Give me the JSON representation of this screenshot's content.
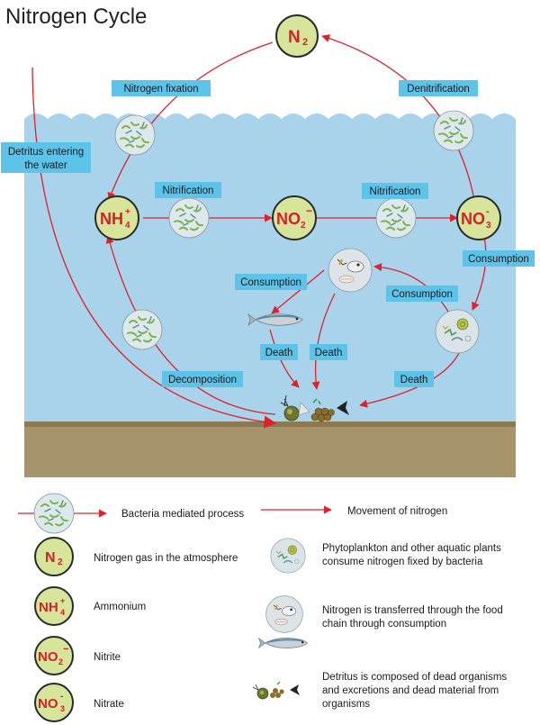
{
  "title": "Nitrogen Cycle",
  "nodes": {
    "n2": {
      "base": "N",
      "sub": "2"
    },
    "nh4": {
      "base": "NH",
      "sup": "+",
      "sub": "4"
    },
    "no2": {
      "base": "NO",
      "sub": "2",
      "sup": "−"
    },
    "no3": {
      "base": "NO",
      "sup": "-",
      "sub": "3"
    }
  },
  "labels": {
    "nitrogen_fixation": "Nitrogen fixation",
    "denitrification": "Denitrification",
    "detritus_line1": "Detritus entering",
    "detritus_line2": "the water",
    "nitrification_1": "Nitrification",
    "nitrification_2": "Nitrification",
    "consumption_right": "Consumption",
    "consumption_mid": "Consumption",
    "consumption_left": "Consumption",
    "death_left": "Death",
    "death_mid": "Death",
    "death_right": "Death",
    "decomposition": "Decomposition"
  },
  "legend": {
    "bacteria": "Bacteria mediated process",
    "movement": "Movement of nitrogen",
    "n2": "Nitrogen gas in the atmosphere",
    "nh4": "Ammonium",
    "no2": "Nitrite",
    "no3": "Nitrate",
    "phyto_line1": "Phytoplankton and other aquatic plants",
    "phyto_line2": "consume nitrogen fixed by bacteria",
    "food_line1": "Nitrogen is transferred through the food",
    "food_line2": "chain through consumption",
    "detritus_line1": "Detritus is composed of dead organisms",
    "detritus_line2": "and excretions and dead material from",
    "detritus_line3": "organisms"
  },
  "colors": {
    "water": "#a9d2eb",
    "sediment": "#a8946a",
    "label_box": "#5ec3e8",
    "node_fill": "#d6e59a",
    "arrow": "#e0202a",
    "node_text": "#d42027"
  },
  "icons": {
    "bacteria": "bacteria-colony-icon",
    "phytoplankton": "phytoplankton-icon",
    "zooplankton": "zooplankton-icon",
    "fish": "fish-icon",
    "detritus": "detritus-pile-icon"
  }
}
